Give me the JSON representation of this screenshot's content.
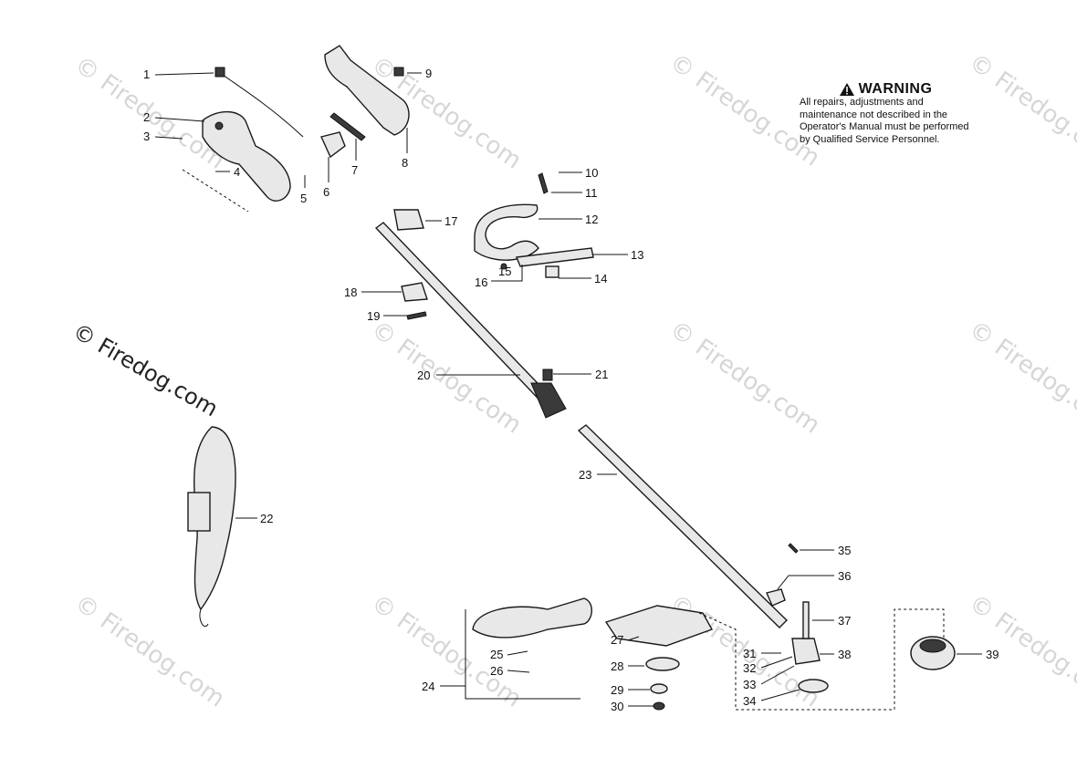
{
  "warning": {
    "title": "WARNING",
    "text": "All repairs, adjustments and maintenance not described in the Operator's Manual must be performed by Qualified Service Personnel."
  },
  "watermark": "© Firedog.com",
  "watermark_main": "© Firedog.com",
  "callouts": [
    "1",
    "2",
    "3",
    "4",
    "5",
    "6",
    "7",
    "8",
    "9",
    "10",
    "11",
    "12",
    "13",
    "14",
    "15",
    "16",
    "17",
    "18",
    "19",
    "20",
    "21",
    "22",
    "23",
    "24",
    "25",
    "26",
    "27",
    "28",
    "29",
    "30",
    "31",
    "32",
    "33",
    "34",
    "35",
    "36",
    "37",
    "38",
    "39"
  ],
  "icons": {
    "warning": "warning-triangle-icon"
  }
}
